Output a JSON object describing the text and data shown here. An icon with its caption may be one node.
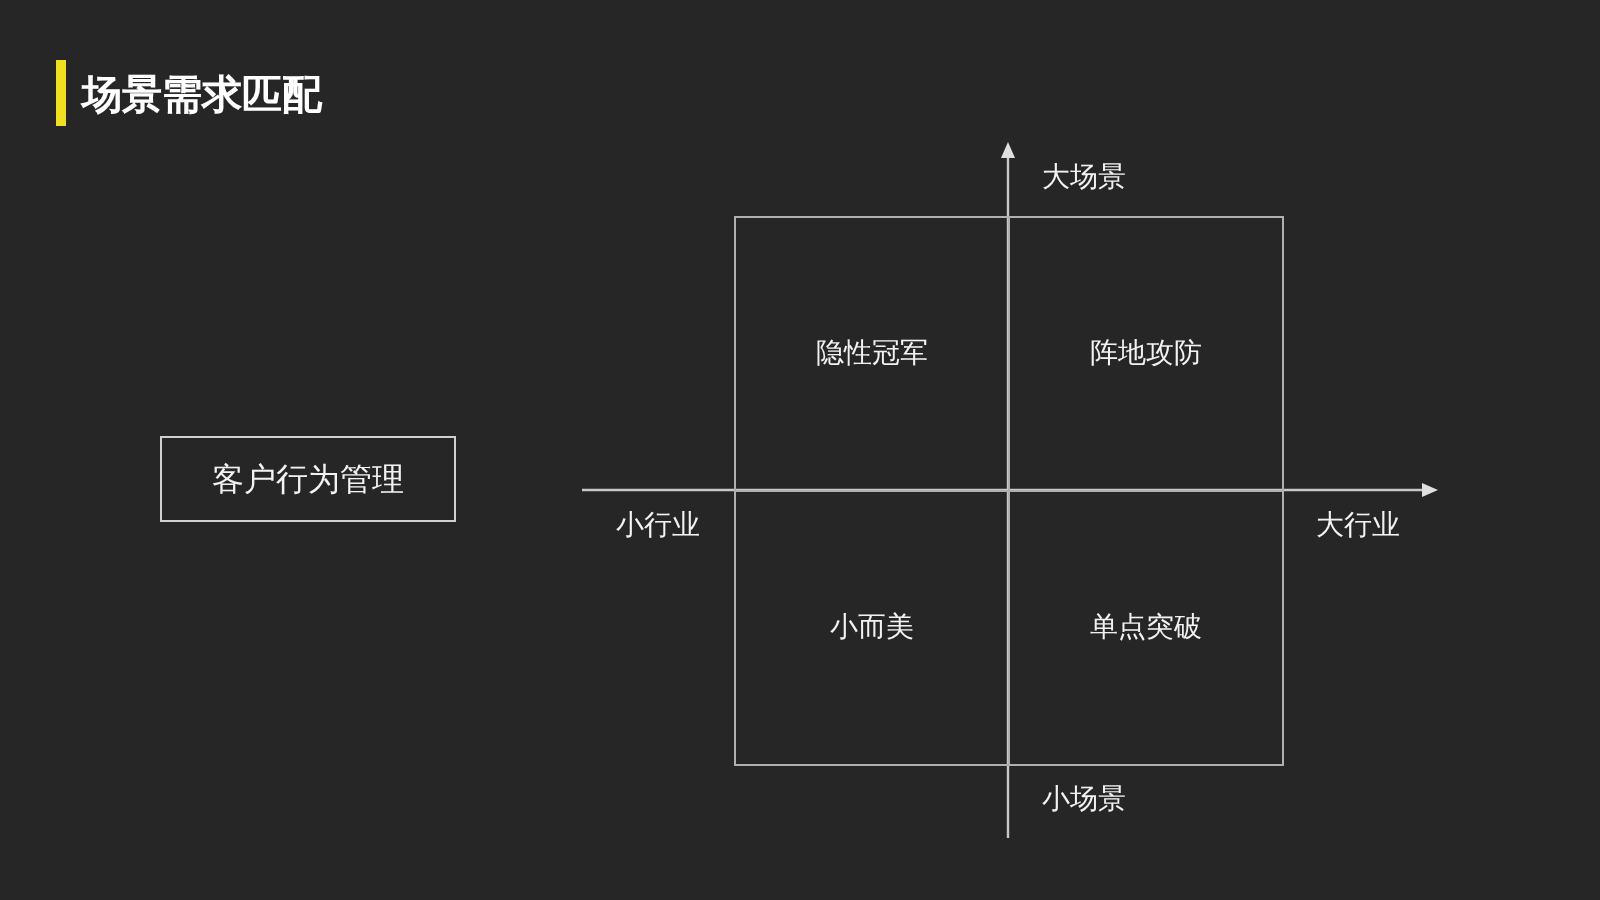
{
  "diagram": {
    "title": "场景需求匹配",
    "nodes": [
      {
        "text": [
          "客户行为管理"
        ]
      },
      {
        "text": [
          "隐性冠军"
        ]
      },
      {
        "text": [
          "阵地攻防"
        ]
      },
      {
        "text": [
          "小而美"
        ]
      },
      {
        "text": [
          "单点突破"
        ]
      }
    ],
    "labels": [
      "大场景",
      "小行业",
      "大行业",
      "小场景"
    ]
  }
}
